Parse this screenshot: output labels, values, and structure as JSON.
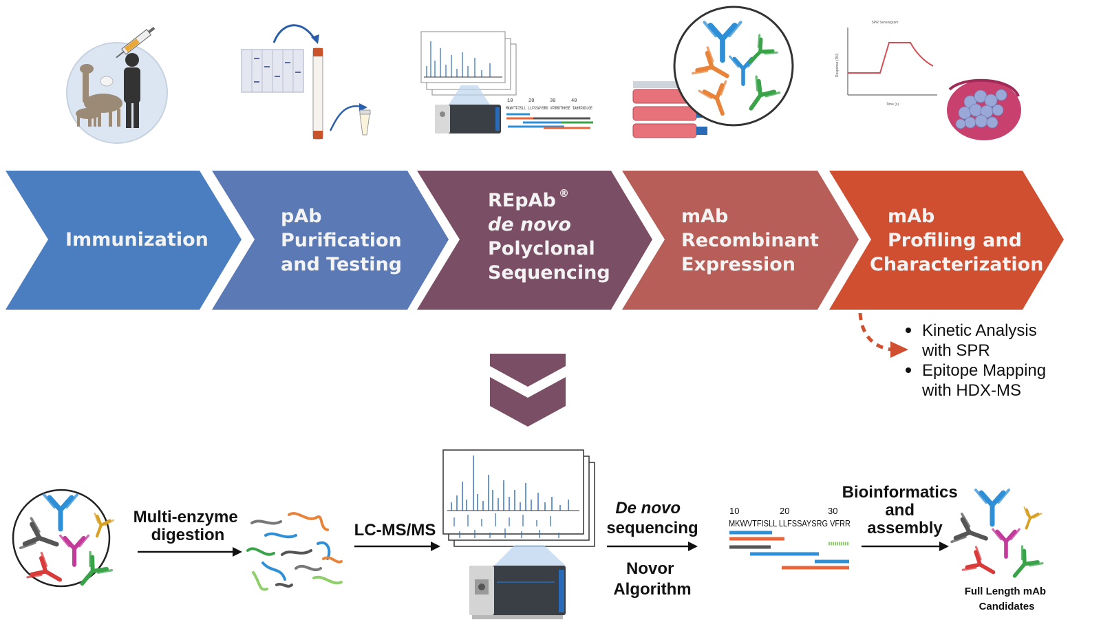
{
  "colors": {
    "chevron1": "#4a7ec0",
    "chevron2": "#5a79b5",
    "chevron3": "#7a4e64",
    "chevron4": "#b65e57",
    "chevron5": "#d14f31",
    "down_arrow": "#7a4e64",
    "dashed_arrow": "#d14f31",
    "ab_blue": "#2f8fd6",
    "ab_orange": "#e8833a",
    "ab_green": "#3aa34a",
    "ab_gray": "#555555",
    "ab_red": "#d93a3a",
    "ab_magenta": "#c23a9a",
    "ab_gold": "#d8a025"
  },
  "pipeline": {
    "steps": [
      {
        "lines": [
          "Immunization"
        ]
      },
      {
        "lines": [
          "pAb",
          "Purification",
          "and Testing"
        ]
      },
      {
        "lines": [
          "REpAb",
          "de novo",
          "Polyclonal",
          "Sequencing"
        ],
        "registered": "®"
      },
      {
        "lines": [
          "mAb",
          "Recombinant",
          "Expression"
        ]
      },
      {
        "lines": [
          "mAb",
          "Profiling and",
          "Characterization"
        ]
      }
    ]
  },
  "characterization": {
    "bullets": [
      [
        "Kinetic Analysis",
        "with SPR"
      ],
      [
        "Epitope Mapping",
        "with HDX-MS"
      ]
    ]
  },
  "top_illustrations": {
    "spr_title": "SPR Sensorgram",
    "spr_xlabel": "Time (s)",
    "spr_ylabel": "Response (RU)",
    "ms_ticks": [
      "10",
      "20",
      "30",
      "40"
    ],
    "ms_sequence": "MKWVTFISLL LLFSSAYSRG VFRRDTHKSE IAHRFKDLGE"
  },
  "workflow": {
    "step1": [
      "Multi-enzyme",
      "digestion"
    ],
    "step2": [
      "LC-MS/MS"
    ],
    "step3_top": [
      "De novo",
      "sequencing"
    ],
    "step3_bottom": [
      "Novor",
      "Algorithm"
    ],
    "step4": [
      "Bioinformatics",
      "and",
      "assembly"
    ],
    "seq_ticks": [
      "10",
      "20",
      "30"
    ],
    "sequence": "MKWVTFISLL LLFSSAYSRG VFRR",
    "result": [
      "Full Length mAb",
      "Candidates"
    ]
  }
}
